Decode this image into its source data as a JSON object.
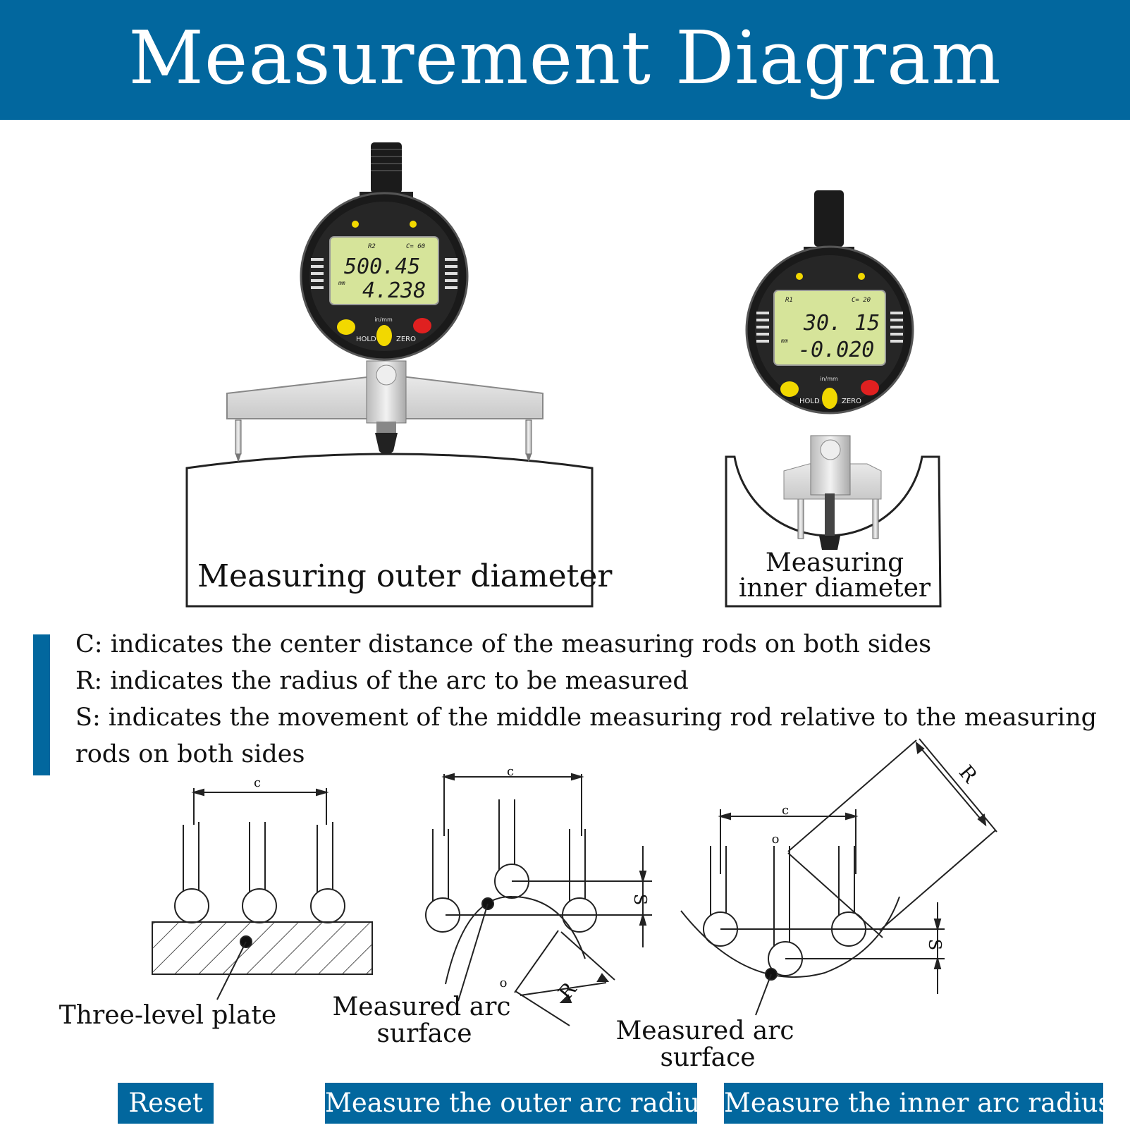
{
  "title": "Measurement Diagram",
  "colors": {
    "brand": "#02679e",
    "lcd": "#d6e49a",
    "button_red": "#e02020",
    "button_yellow": "#f2d800"
  },
  "gauge_outer": {
    "line1": "500.45",
    "line2": "4.238",
    "label_top_left": "R2",
    "label_top_right": "C= 60",
    "unit": "mm",
    "btn_hold": "HOLD",
    "btn_zero": "ZERO",
    "btn_mid": "in/mm"
  },
  "gauge_inner": {
    "line1": "30. 15",
    "line2": "-0.020",
    "label_top_left": "R1",
    "label_top_right": "C= 20",
    "unit": "mm",
    "btn_hold": "HOLD",
    "btn_zero": "ZERO",
    "btn_mid": "in/mm"
  },
  "caption_outer": "Measuring outer diameter",
  "caption_inner_1": "Measuring",
  "caption_inner_2": "inner diameter",
  "legend": {
    "c": "C: indicates the center distance of the measuring rods on both sides",
    "r": "R: indicates the radius of the arc to be measured",
    "s": "S: indicates the movement of the middle measuring rod relative to the measuring rods on both sides"
  },
  "schematic": {
    "c_label": "c",
    "s_label": "S",
    "r_label": "R",
    "o_label": "o",
    "label_plate": "Three-level plate",
    "label_outer_1": "Measured arc",
    "label_outer_2": "surface",
    "label_inner_1": "Measured arc",
    "label_inner_2": "surface"
  },
  "buttons": {
    "reset": "Reset",
    "outer": "Measure the outer arc radius",
    "inner": "Measure the inner arc radius"
  }
}
